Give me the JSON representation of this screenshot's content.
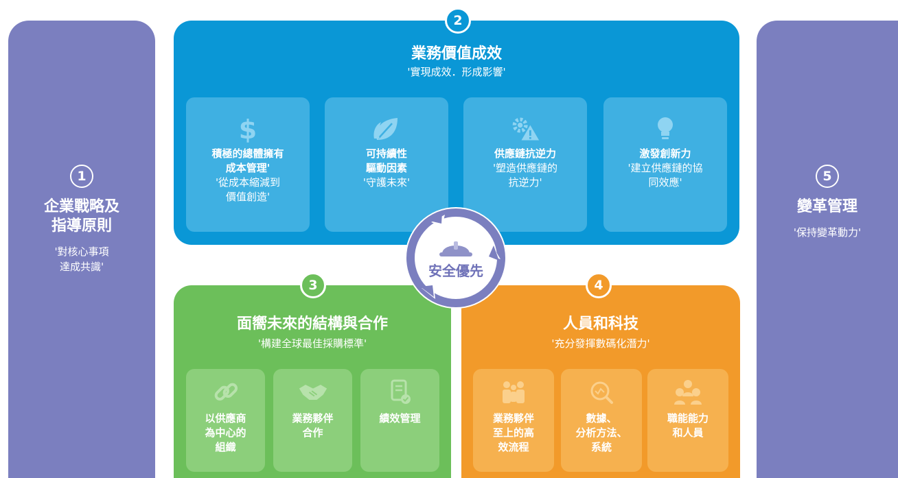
{
  "p1": {
    "num": "1",
    "title_l1": "企業戰略及",
    "title_l2": "指導原則",
    "sub_l1": "'對核心事項",
    "sub_l2": "達成共識'"
  },
  "p5": {
    "num": "5",
    "title": "變革管理",
    "sub": "'保持變革動力'"
  },
  "p2": {
    "num": "2",
    "title": "業務價值成效",
    "sub": "'實現成效．形成影響'",
    "cards": [
      {
        "icon": "dollar-icon",
        "title": "積極的總體擁有\n成本管理'",
        "sub": "'從成本縮減到\n價值創造'"
      },
      {
        "icon": "leaf-icon",
        "title": "可持續性\n驅動因素",
        "sub": "'守護未來'"
      },
      {
        "icon": "gear-warning-icon",
        "title": "供應鏈抗逆力",
        "sub": "'塑造供應鏈的\n抗逆力'"
      },
      {
        "icon": "lightbulb-icon",
        "title": "激發創新力",
        "sub": "'建立供應鏈的協\n同效應'"
      }
    ]
  },
  "p3": {
    "num": "3",
    "title": "面嚮未來的結構與合作",
    "sub": "'構建全球最佳採購標準'",
    "cards": [
      {
        "icon": "link-icon",
        "title": "以供應商\n為中心的\n組織"
      },
      {
        "icon": "handshake-icon",
        "title": "業務夥伴\n合作"
      },
      {
        "icon": "document-check-icon",
        "title": "績效管理"
      }
    ]
  },
  "p4": {
    "num": "4",
    "title": "人員和科技",
    "sub": "'充分發揮數碼化潛力'",
    "cards": [
      {
        "icon": "people-icon",
        "title": "業務夥伴\n至上的高\n效流程"
      },
      {
        "icon": "analytics-icon",
        "title": "數據、\n分析方法、\n系統"
      },
      {
        "icon": "group-icon",
        "title": "職能能力\n和人員"
      }
    ]
  },
  "safety": {
    "label": "安全優先",
    "icon": "hard-hat-icon"
  },
  "colors": {
    "purple": "#7b7fbf",
    "blue": "#0a97d6",
    "green": "#6cbf5a",
    "orange": "#f29a2a"
  }
}
